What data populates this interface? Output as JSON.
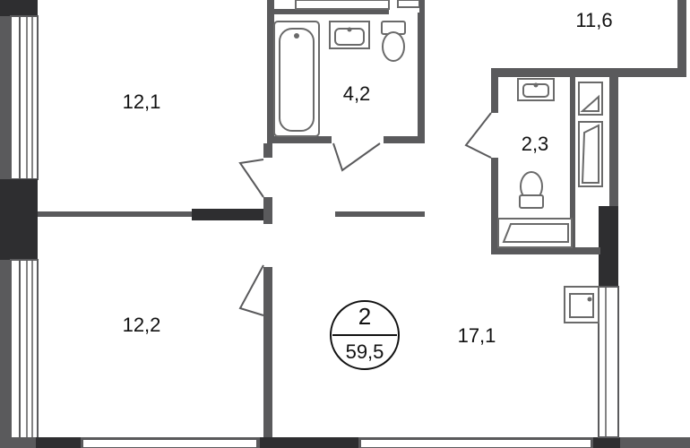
{
  "plan": {
    "rooms": [
      {
        "id": "room-top-right",
        "area": "11,6"
      },
      {
        "id": "bedroom-upper-left",
        "area": "12,1"
      },
      {
        "id": "bathroom-main",
        "area": "4,2"
      },
      {
        "id": "bathroom-small",
        "area": "2,3"
      },
      {
        "id": "bedroom-lower-left",
        "area": "12,2"
      },
      {
        "id": "living-kitchen",
        "area": "17,1"
      }
    ],
    "apartment": {
      "rooms_count": "2",
      "total_area": "59,5"
    }
  },
  "colors": {
    "wall": "#5a5a5c",
    "wall_dark": "#2e2e30",
    "fixture": "#6a6a6a",
    "text": "#111111",
    "background": "#ffffff"
  }
}
